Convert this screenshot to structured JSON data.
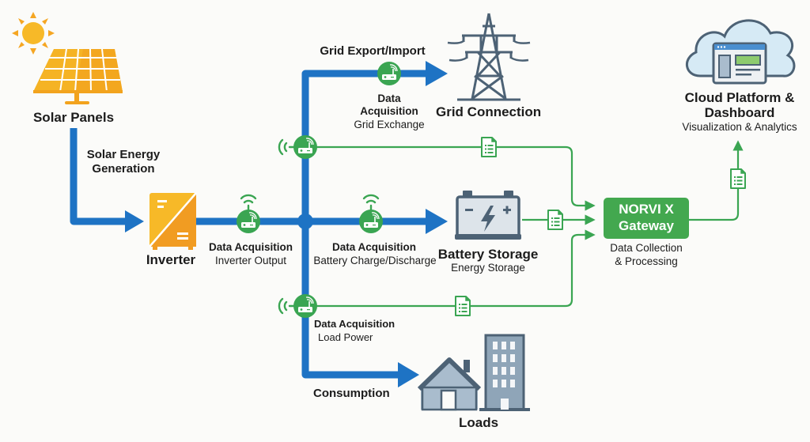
{
  "title": "Solar Energy Monitoring with NORVI X Gateway",
  "colors": {
    "power_flow": "#1e73c4",
    "data_flow": "#3aa552",
    "gateway": "#43a84f",
    "solar": "#f5b324",
    "icon_gray": "#4d6275",
    "cloud": "#d6eaf5"
  },
  "nodes": {
    "solar": {
      "label": "Solar Panels",
      "icon": "solar-panel-icon"
    },
    "sun": {
      "icon": "sun-icon"
    },
    "inverter": {
      "label": "Inverter",
      "icon": "inverter-icon"
    },
    "grid": {
      "label": "Grid Connection",
      "icon": "transmission-tower-icon"
    },
    "battery": {
      "label": "Battery Storage",
      "sublabel": "Energy Storage",
      "icon": "battery-icon"
    },
    "loads": {
      "label": "Loads",
      "icon": "house-building-icon"
    },
    "gateway": {
      "line1": "NORVI X",
      "line2": "Gateway",
      "sublabel1": "Data Collection",
      "sublabel2": "& Processing"
    },
    "cloud": {
      "label1": "Cloud Platform &",
      "label2": "Dashboard",
      "sublabel": "Visualization & Analytics",
      "icon": "cloud-dashboard-icon"
    }
  },
  "flows": {
    "solar_generation": {
      "line1": "Solar Energy",
      "line2": "Generation"
    },
    "grid_export": "Grid Export/Import",
    "consumption": "Consumption"
  },
  "sensors": [
    {
      "id": "inverter-output",
      "title": "Data Acquisition",
      "subtitle": "Inverter Output"
    },
    {
      "id": "grid-exchange",
      "title1": "Data",
      "title2": "Acquisition",
      "subtitle": "Grid Exchange"
    },
    {
      "id": "battery",
      "title": "Data Acquisition",
      "subtitle": "Battery Charge/Discharge"
    },
    {
      "id": "load",
      "title": "Data Acquisition",
      "subtitle": "Load Power"
    }
  ]
}
